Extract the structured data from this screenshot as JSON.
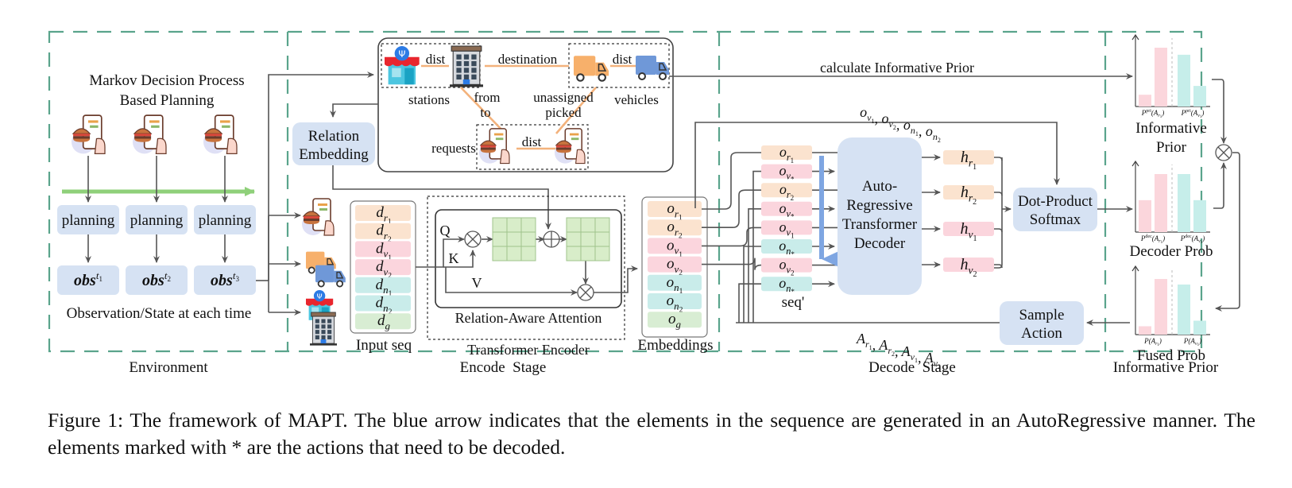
{
  "sections": {
    "environment": "Environment",
    "encode": "Encode  Stage",
    "decode": "Decode  Stage",
    "prior": "Informative Prior"
  },
  "environment": {
    "title_line1": "Markov Decision Process",
    "title_line2": "Based Planning",
    "planning": [
      "planning",
      "planning",
      "planning"
    ],
    "obs": [
      {
        "base": "obs",
        "sup": "t",
        "sub": "1"
      },
      {
        "base": "obs",
        "sup": "t",
        "sub": "2"
      },
      {
        "base": "obs",
        "sup": "t",
        "sub": "3"
      }
    ],
    "obs_caption": "Observation/State at each time"
  },
  "graph": {
    "stations": "stations",
    "vehicles": "vehicles",
    "requests": "requests",
    "dist1": "dist",
    "dist2": "dist",
    "dist3": "dist",
    "destination": "destination",
    "from": "from",
    "to": "to",
    "unassigned": "unassigned",
    "picked": "picked"
  },
  "relation_embedding": {
    "line1": "Relation",
    "line2": "Embedding"
  },
  "input_seq": {
    "label": "Input seq",
    "items": [
      {
        "base": "d",
        "sub": "r",
        "subsub": "1",
        "kind": "request"
      },
      {
        "base": "d",
        "sub": "r",
        "subsub": "2",
        "kind": "request"
      },
      {
        "base": "d",
        "sub": "v",
        "subsub": "1",
        "kind": "vehicle"
      },
      {
        "base": "d",
        "sub": "v",
        "subsub": "2",
        "kind": "vehicle"
      },
      {
        "base": "d",
        "sub": "n",
        "subsub": "1",
        "kind": "node"
      },
      {
        "base": "d",
        "sub": "n",
        "subsub": "2",
        "kind": "node"
      },
      {
        "base": "d",
        "sub": "g",
        "subsub": "",
        "kind": "global"
      }
    ]
  },
  "encoder": {
    "q": "Q",
    "k": "K",
    "v": "V",
    "attention_label": "Relation-Aware Attention",
    "encoder_label": "Transformer Encoder"
  },
  "embeddings": {
    "label": "Embeddings",
    "items": [
      {
        "base": "o",
        "sub": "r",
        "subsub": "1",
        "kind": "request"
      },
      {
        "base": "o",
        "sub": "r",
        "subsub": "2",
        "kind": "request"
      },
      {
        "base": "o",
        "sub": "v",
        "subsub": "1",
        "kind": "vehicle"
      },
      {
        "base": "o",
        "sub": "v",
        "subsub": "2",
        "kind": "vehicle"
      },
      {
        "base": "o",
        "sub": "n",
        "subsub": "1",
        "kind": "node"
      },
      {
        "base": "o",
        "sub": "n",
        "subsub": "2",
        "kind": "node"
      },
      {
        "base": "o",
        "sub": "g",
        "subsub": "",
        "kind": "global"
      }
    ]
  },
  "decoder": {
    "seq_label": "seq'",
    "seq": [
      {
        "base": "o",
        "sub": "r",
        "subsub": "1",
        "kind": "request"
      },
      {
        "base": "o",
        "sub": "v",
        "subsub": "*",
        "kind": "vehicle"
      },
      {
        "base": "o",
        "sub": "r",
        "subsub": "2",
        "kind": "request"
      },
      {
        "base": "o",
        "sub": "v",
        "subsub": "*",
        "kind": "vehicle"
      },
      {
        "base": "o",
        "sub": "v",
        "subsub": "1",
        "kind": "vehicle"
      },
      {
        "base": "o",
        "sub": "n",
        "subsub": "*",
        "kind": "node"
      },
      {
        "base": "o",
        "sub": "v",
        "subsub": "2",
        "kind": "vehicle"
      },
      {
        "base": "o",
        "sub": "n",
        "subsub": "*",
        "kind": "node"
      }
    ],
    "block_line1": "Auto-",
    "block_line2": "Regressive",
    "block_line3": "Transformer",
    "block_line4": "Decoder",
    "outputs": [
      {
        "base": "h",
        "sub": "r",
        "subsub": "1",
        "kind": "request"
      },
      {
        "base": "h",
        "sub": "r",
        "subsub": "2",
        "kind": "request"
      },
      {
        "base": "h",
        "sub": "v",
        "subsub": "1",
        "kind": "vehicle"
      },
      {
        "base": "h",
        "sub": "v",
        "subsub": "2",
        "kind": "vehicle"
      }
    ],
    "keys_label": [
      {
        "base": "o",
        "sub": "v",
        "subsub": "1"
      },
      {
        "base": "o",
        "sub": "v",
        "subsub": "2"
      },
      {
        "base": "o",
        "sub": "n",
        "subsub": "1"
      },
      {
        "base": "o",
        "sub": "n",
        "subsub": "2"
      }
    ],
    "softmax_line1": "Dot-Product",
    "softmax_line2": "Softmax",
    "sample_line1": "Sample",
    "sample_line2": "Action",
    "actions_label": [
      {
        "base": "A",
        "sub": "r",
        "subsub": "1"
      },
      {
        "base": "A",
        "sub": "r",
        "subsub": "2"
      },
      {
        "base": "A",
        "sub": "v",
        "subsub": "1"
      },
      {
        "base": "A",
        "sub": "v",
        "subsub": "2"
      }
    ],
    "calc_prior": "calculate Informative Prior"
  },
  "prior_panel": {
    "charts": [
      {
        "name": "informative-prior",
        "title_line1": "Informative",
        "title_line2": "Prior",
        "left_label": "P^pri(A_r1)",
        "right_label": "P^pri(A_v1)",
        "left_sup": "pri",
        "right_sup": "pri",
        "values_left": [
          0.2,
          1.0
        ],
        "values_right": [
          0.88,
          0.35
        ]
      },
      {
        "name": "decoder-prob",
        "title_line1": "Decoder Prob",
        "title_line2": "",
        "left_label": "P^dec(A_r1)",
        "right_label": "P^dec(A_v1)",
        "left_sup": "dec",
        "right_sup": "dec",
        "values_left": [
          0.55,
          1.0
        ],
        "values_right": [
          1.0,
          0.55
        ]
      },
      {
        "name": "fused-prob",
        "title_line1": "Fused Prob",
        "title_line2": "",
        "left_label": "P(A_r1)",
        "right_label": "P(A_v1)",
        "left_sup": "",
        "right_sup": "",
        "values_left": [
          0.15,
          1.0
        ],
        "values_right": [
          0.9,
          0.25
        ]
      }
    ]
  },
  "colors": {
    "request": "#fbe3cf",
    "vehicle": "#fbd5dd",
    "node": "#c9ecea",
    "global": "#d8edd3",
    "box_blue": "#d6e2f3",
    "section_border": "#5aa48c",
    "green_arrow": "#8fd07a",
    "blue_arrow": "#7fa6e2",
    "edge_orange": "#f3b27c",
    "bar_pink": "#fbd6dc",
    "bar_cyan": "#c6eeea"
  },
  "caption": "Figure 1: The framework of MAPT. The blue arrow indicates that the elements in the sequence are generated in an AutoRegressive manner. The elements marked with * are the actions that need to be decoded."
}
